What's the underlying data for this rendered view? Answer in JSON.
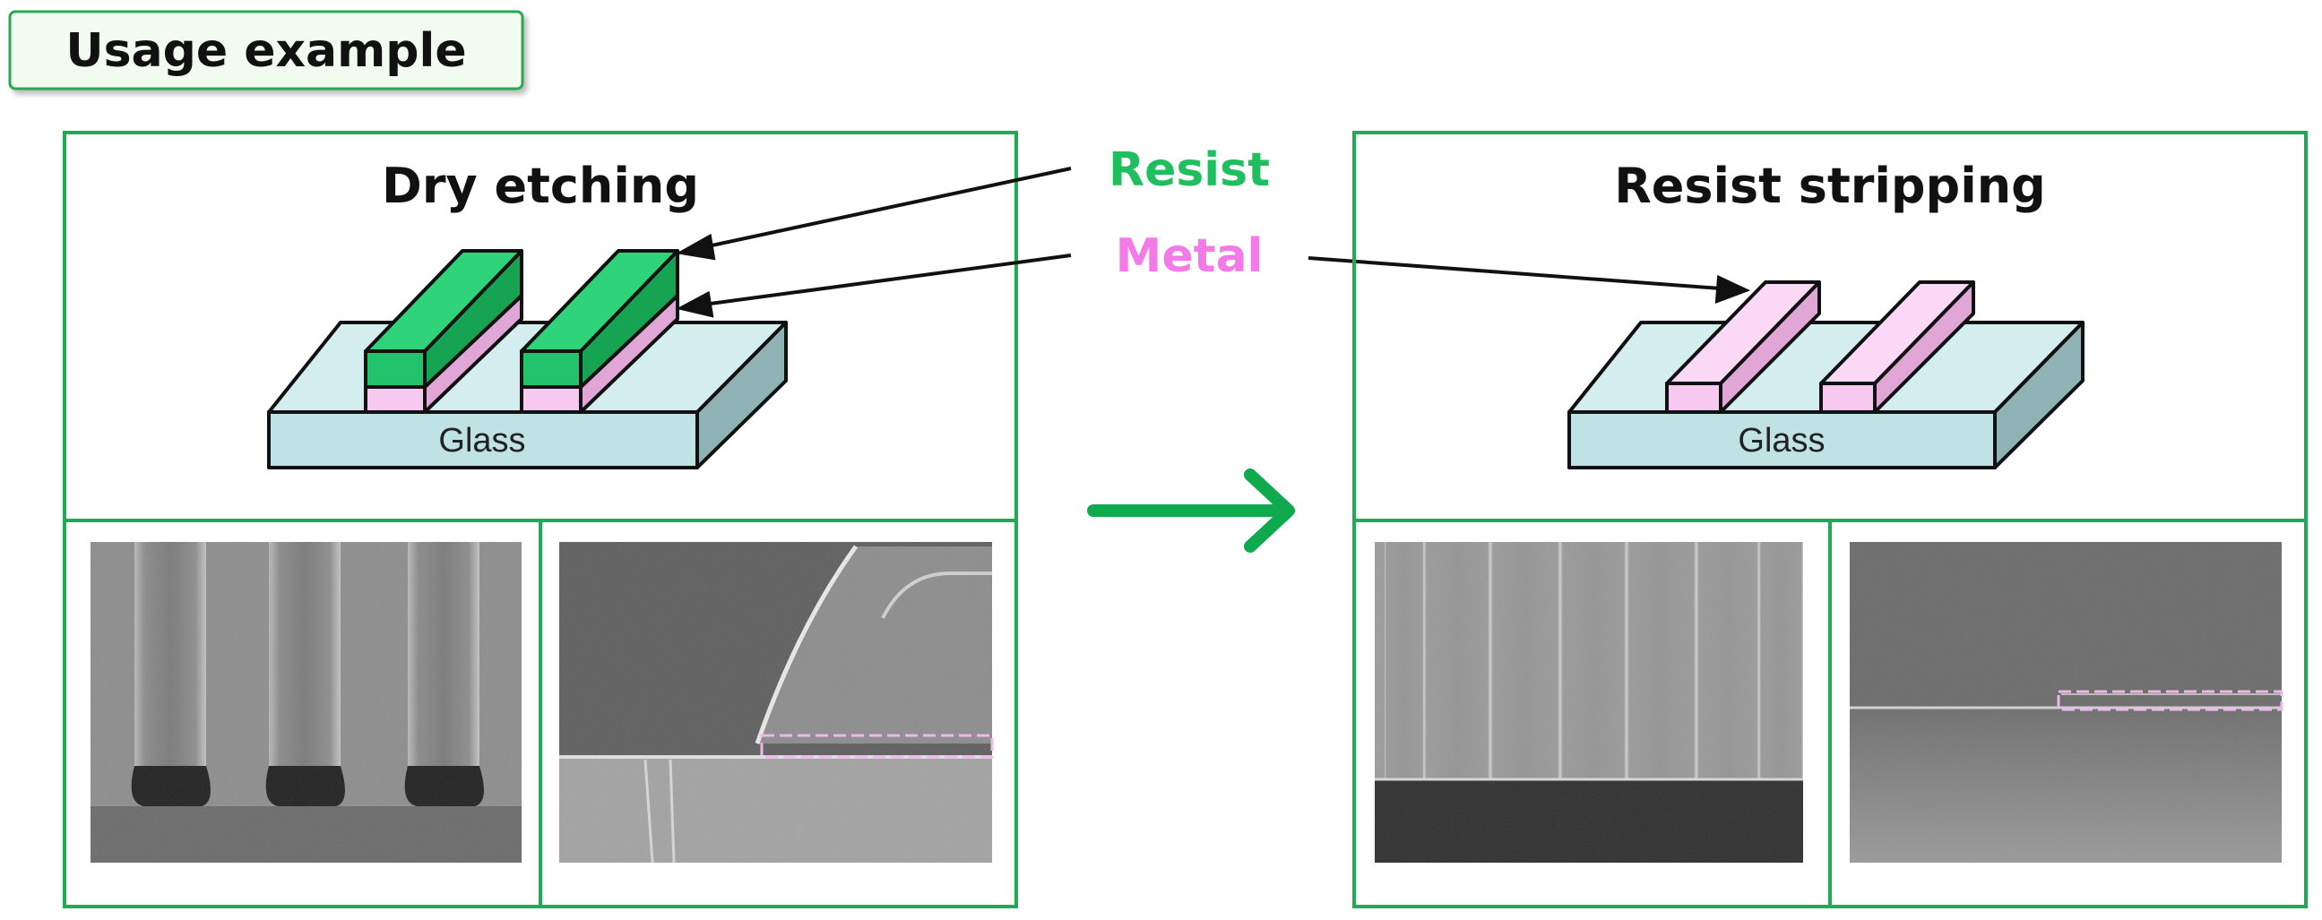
{
  "header": {
    "badge_label": "Usage example"
  },
  "legend": {
    "resist_label": "Resist",
    "metal_label": "Metal"
  },
  "panels": {
    "left": {
      "title": "Dry etching",
      "substrate_label": "Glass"
    },
    "right": {
      "title": "Resist stripping",
      "substrate_label": "Glass"
    }
  },
  "colors": {
    "panel_border": "#1faa55",
    "resist_green": "#22c36a",
    "resist_green_dark": "#16a352",
    "metal_pink": "#f7c8f0",
    "metal_pink_dark": "#dfa6d6",
    "glass_face": "#bfe3e4",
    "glass_side": "#8fb3b4",
    "process_arrow": "#0faa4e",
    "legend_resist_text": "#1fbf5f",
    "legend_metal_text": "#f27be8",
    "badge_bg": "#f1fbef",
    "badge_border": "#2aa84f"
  },
  "icons": {
    "process_arrow": "arrow-right-icon"
  }
}
